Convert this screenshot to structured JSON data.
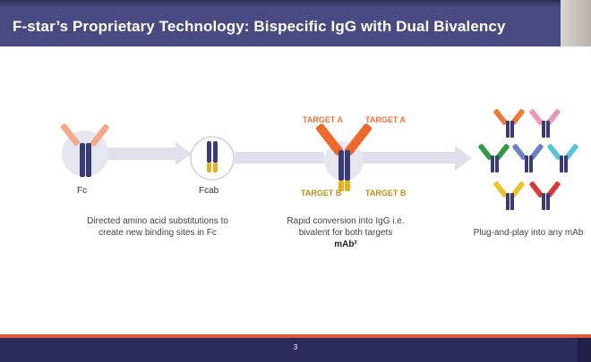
{
  "header": {
    "title": "F-star’s Proprietary Technology: Bispecific IgG with Dual Bivalency"
  },
  "steps": [
    {
      "label": "Fc",
      "caption": "Directed amino acid substitutions to create new binding sites in Fc"
    },
    {
      "label": "Fcab"
    },
    {
      "caption": "Rapid conversion into IgG i.e. bivalent for both targets",
      "caption_bold": "mAb²"
    },
    {
      "caption": "Plug-and-play into any mAb"
    }
  ],
  "targets": {
    "a_left": "TARGET A",
    "a_right": "TARGET A",
    "b_left": "TARGET B",
    "b_right": "TARGET B"
  },
  "footer": {
    "page": "3"
  },
  "colors": {
    "header": "#4a4a82",
    "arm_peach": "#f2a98a",
    "arm_orange": "#ee6a2c",
    "fc_blue": "#3a3c78",
    "fcab_yellow": "#e2b21f",
    "arrow": "#e0e0ec",
    "circle": "#e6e6ee",
    "footer": "#2b2b5c",
    "footer_accent": "#e05a3a",
    "palette": [
      "#ee7a3a",
      "#e89ab6",
      "#2f9b45",
      "#6f7fc0",
      "#5cc4d8",
      "#eec32a",
      "#d83a3a"
    ]
  }
}
